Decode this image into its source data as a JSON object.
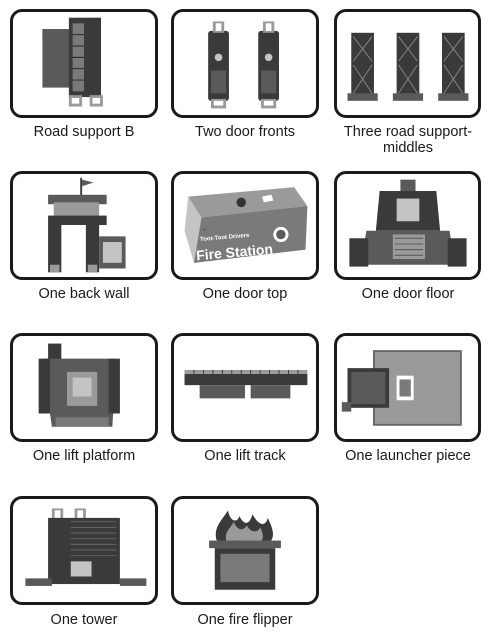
{
  "parts": [
    {
      "id": "road-support-b",
      "label": "Road support B"
    },
    {
      "id": "two-door-fronts",
      "label": "Two door fronts"
    },
    {
      "id": "three-road-support-middles",
      "label": "Three road support-middles"
    },
    {
      "id": "back-wall",
      "label": "One back wall"
    },
    {
      "id": "door-top",
      "label": "One door top"
    },
    {
      "id": "door-floor",
      "label": "One door floor"
    },
    {
      "id": "lift-platform",
      "label": "One lift platform"
    },
    {
      "id": "lift-track",
      "label": "One lift track"
    },
    {
      "id": "launcher-piece",
      "label": "One launcher piece"
    },
    {
      "id": "tower",
      "label": "One tower"
    },
    {
      "id": "fire-flipper",
      "label": "One fire flipper"
    }
  ],
  "door_top_print": {
    "brand": "Toot-Toot Drivers",
    "title": "Fire Station"
  }
}
